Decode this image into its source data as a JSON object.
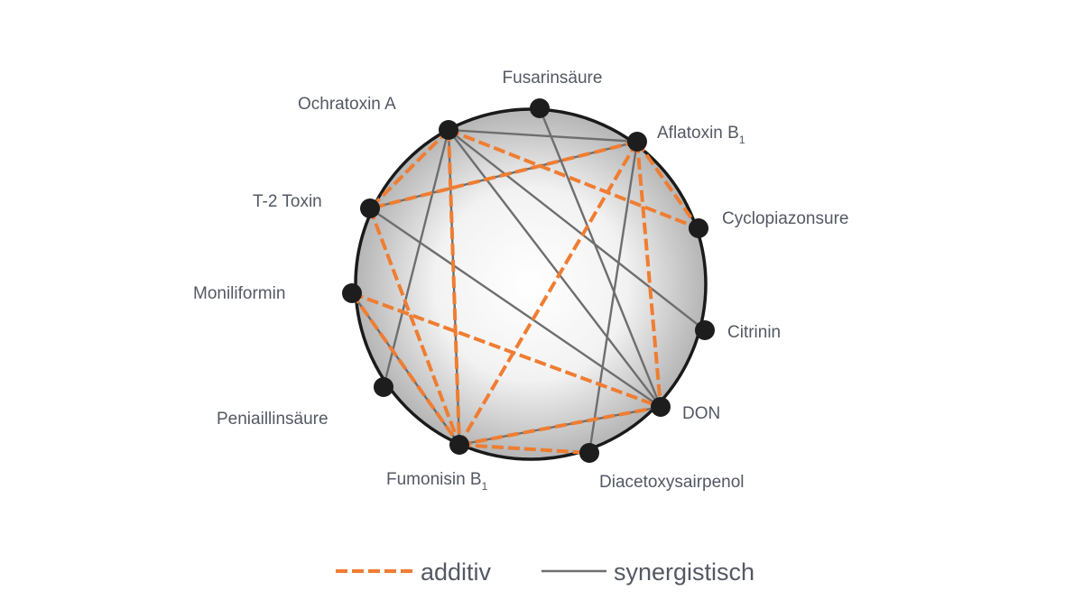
{
  "nodes": [
    {
      "id": "fusarinsaeure",
      "label": "Fusarinsäure",
      "sub": ""
    },
    {
      "id": "aflatoxin_b1",
      "label": "Aflatoxin B",
      "sub": "1"
    },
    {
      "id": "cyclopiazonsure",
      "label": "Cyclopiazonsure",
      "sub": ""
    },
    {
      "id": "citrinin",
      "label": "Citrinin",
      "sub": ""
    },
    {
      "id": "don",
      "label": "DON",
      "sub": ""
    },
    {
      "id": "diacetoxysairpenol",
      "label": "Diacetoxysairpenol",
      "sub": ""
    },
    {
      "id": "fumonisin_b1",
      "label": "Fumonisin B",
      "sub": "1"
    },
    {
      "id": "peniaillinsaeure",
      "label": "Peniaillinsäure",
      "sub": ""
    },
    {
      "id": "moniliformin",
      "label": "Moniliformin",
      "sub": ""
    },
    {
      "id": "t2_toxin",
      "label": "T-2 Toxin",
      "sub": ""
    },
    {
      "id": "ochratoxin_a",
      "label": "Ochratoxin A",
      "sub": ""
    }
  ],
  "edges": {
    "additiv": [
      [
        "ochratoxin_a",
        "t2_toxin"
      ],
      [
        "ochratoxin_a",
        "cyclopiazonsure"
      ],
      [
        "ochratoxin_a",
        "fumonisin_b1"
      ],
      [
        "aflatoxin_b1",
        "t2_toxin"
      ],
      [
        "aflatoxin_b1",
        "cyclopiazonsure"
      ],
      [
        "aflatoxin_b1",
        "fumonisin_b1"
      ],
      [
        "aflatoxin_b1",
        "don"
      ],
      [
        "t2_toxin",
        "fumonisin_b1"
      ],
      [
        "moniliformin",
        "don"
      ],
      [
        "moniliformin",
        "fumonisin_b1"
      ],
      [
        "fumonisin_b1",
        "don"
      ],
      [
        "fumonisin_b1",
        "diacetoxysairpenol"
      ]
    ],
    "synergistisch": [
      [
        "ochratoxin_a",
        "aflatoxin_b1"
      ],
      [
        "ochratoxin_a",
        "citrinin"
      ],
      [
        "ochratoxin_a",
        "don"
      ],
      [
        "ochratoxin_a",
        "peniaillinsaeure"
      ],
      [
        "ochratoxin_a",
        "fumonisin_b1"
      ],
      [
        "fusarinsaeure",
        "don"
      ],
      [
        "t2_toxin",
        "aflatoxin_b1"
      ],
      [
        "t2_toxin",
        "don"
      ],
      [
        "aflatoxin_b1",
        "diacetoxysairpenol"
      ],
      [
        "moniliformin",
        "fumonisin_b1"
      ],
      [
        "fumonisin_b1",
        "don"
      ]
    ]
  },
  "legend": {
    "additiv_label": "additiv",
    "synergistisch_label": "synergistisch"
  },
  "colors": {
    "additiv": "#ef7d32",
    "synergistisch": "#6e6e6e",
    "node": "#1d1d1d",
    "circle": "#1a1a1a",
    "label": "#545863"
  }
}
